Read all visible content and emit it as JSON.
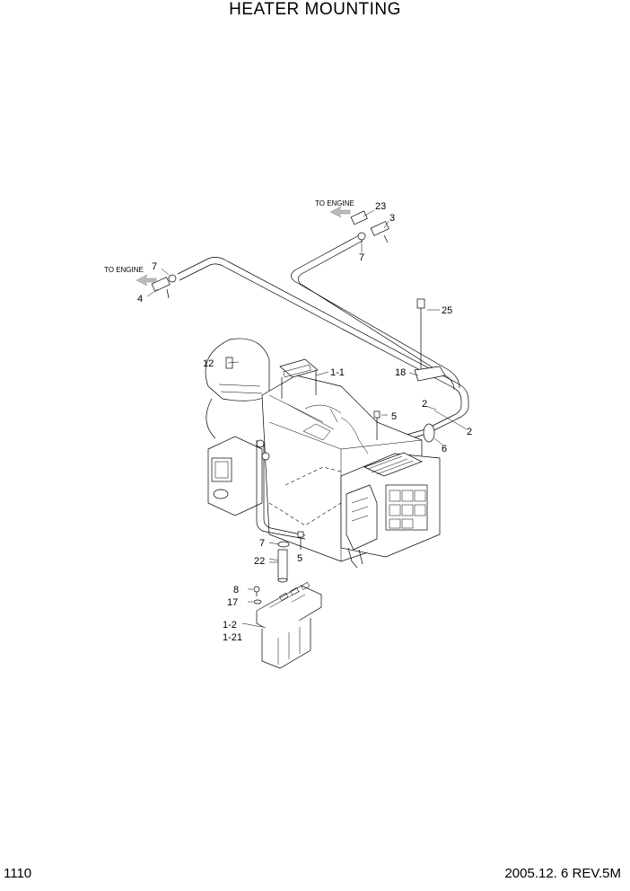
{
  "header": {
    "title": "HEATER MOUNTING"
  },
  "footer": {
    "page": "1110",
    "date_rev": "2005.12. 6  REV.5M"
  },
  "labels": {
    "to_engine_top": "TO ENGINE",
    "to_engine_left": "TO ENGINE",
    "p23": "23",
    "p3": "3",
    "p7_top": "7",
    "p7_left": "7",
    "p4": "4",
    "p25": "25",
    "p12": "12",
    "p1_1": "1-1",
    "p18": "18",
    "p2_a": "2",
    "p2_b": "2",
    "p5_top": "5",
    "p6": "6",
    "p7_low": "7",
    "p5_low": "5",
    "p22": "22",
    "p8": "8",
    "p17": "17",
    "p1_2": "1-2",
    "p1_21": "1-21"
  }
}
